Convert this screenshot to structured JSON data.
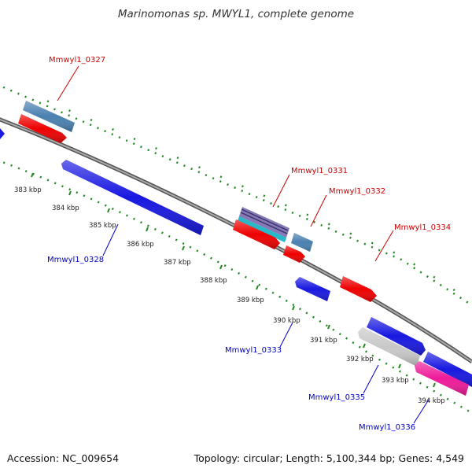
{
  "title": "Marinomonas sp. MWYL1, complete genome",
  "footer": {
    "accession_label": "Accession:",
    "accession": "NC_009654",
    "topology_label": "Topology:",
    "topology": "circular",
    "length_label": "Length:",
    "length": "5,100,344 bp",
    "genes_label": "Genes:",
    "genes": "4,549"
  },
  "colors": {
    "backbone": "#888888",
    "tick_line": "#228822",
    "forward_label": "#cc0000",
    "reverse_label": "#0000cc",
    "red_cds": "#ee0000",
    "blue_cds": "#1818e0",
    "steel_cds": "#4a80b0",
    "gray_cds": "#c8c8c8",
    "pink_cds": "#ee1a99",
    "purple_cds": "#8878b8",
    "cyan_cds": "#28b8c8"
  },
  "scale_labels": [
    "383 kbp",
    "384 kbp",
    "385 kbp",
    "386 kbp",
    "387 kbp",
    "388 kbp",
    "389 kbp",
    "390 kbp",
    "391 kbp",
    "392 kbp",
    "393 kbp",
    "394 kbp"
  ],
  "gene_labels": [
    {
      "id": "g0327",
      "text": "Mmwyl1_0327",
      "strand": "forward"
    },
    {
      "id": "g0331",
      "text": "Mmwyl1_0331",
      "strand": "forward"
    },
    {
      "id": "g0332",
      "text": "Mmwyl1_0332",
      "strand": "forward"
    },
    {
      "id": "g0334",
      "text": "Mmwyl1_0334",
      "strand": "forward"
    },
    {
      "id": "g0328",
      "text": "Mmwyl1_0328",
      "strand": "reverse"
    },
    {
      "id": "g0333",
      "text": "Mmwyl1_0333",
      "strand": "reverse"
    },
    {
      "id": "g0335",
      "text": "Mmwyl1_0335",
      "strand": "reverse"
    },
    {
      "id": "g0336",
      "text": "Mmwyl1_0336",
      "strand": "reverse"
    }
  ]
}
